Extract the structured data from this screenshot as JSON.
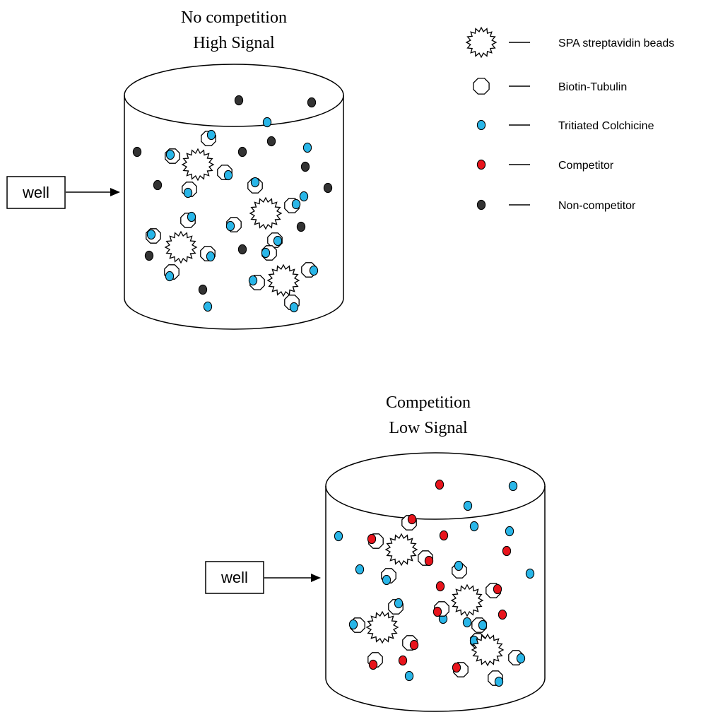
{
  "top_panel": {
    "title_line1": "No competition",
    "title_line2": "High Signal",
    "well_label": "well"
  },
  "bottom_panel": {
    "title_line1": "Competition",
    "title_line2": "Low Signal",
    "well_label": "well"
  },
  "legend": [
    {
      "symbol": "spa-bead",
      "label": "SPA streptavidin beads"
    },
    {
      "symbol": "biotin-tubulin",
      "label": "Biotin-Tubulin"
    },
    {
      "symbol": "tritiated-colchicine",
      "label": "Tritiated Colchicine",
      "color": "#29b6e8"
    },
    {
      "symbol": "competitor",
      "label": "Competitor",
      "color": "#e8141c"
    },
    {
      "symbol": "non-competitor",
      "label": "Non-competitor",
      "color": "#333333"
    }
  ],
  "colors": {
    "colchicine": "#29b6e8",
    "competitor": "#e8141c",
    "non_competitor": "#333333",
    "outline": "#000000"
  }
}
